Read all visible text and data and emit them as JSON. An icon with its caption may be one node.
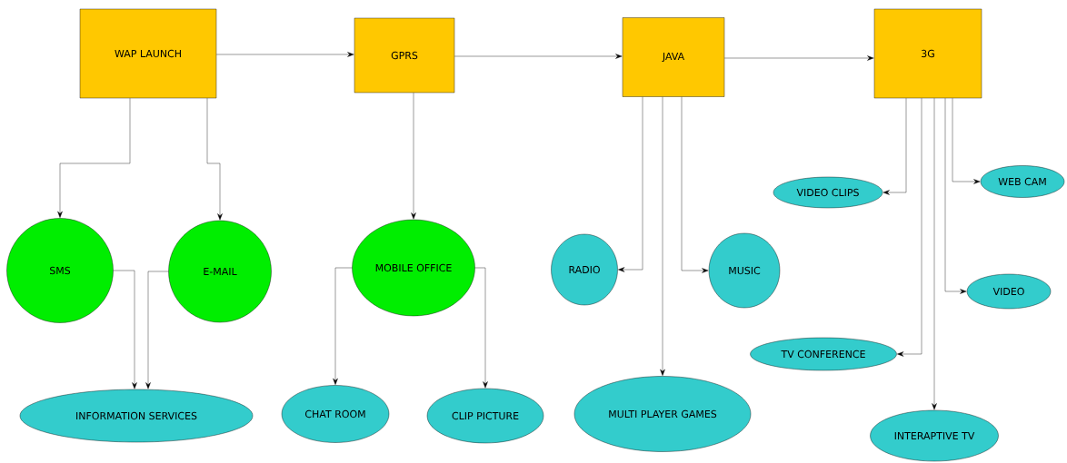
{
  "diagram": {
    "nodes": [
      {
        "text": [
          "WAP LAUNCH"
        ]
      },
      {
        "text": [
          "GPRS"
        ]
      },
      {
        "text": [
          "JAVA"
        ]
      },
      {
        "text": [
          "3G"
        ]
      },
      {
        "text": [
          "SMS"
        ]
      },
      {
        "text": [
          "E-MAIL"
        ]
      },
      {
        "text": [
          "MOBILE OFFICE"
        ]
      },
      {
        "text": [
          "INFORMATION SERVICES"
        ]
      },
      {
        "text": [
          "CHAT ROOM"
        ]
      },
      {
        "text": [
          "CLIP PICTURE"
        ]
      },
      {
        "text": [
          "RADIO"
        ]
      },
      {
        "text": [
          "MUSIC"
        ]
      },
      {
        "text": [
          "MULTI PLAYER GAMES"
        ]
      },
      {
        "text": [
          "VIDEO CLIPS"
        ]
      },
      {
        "text": [
          "WEB CAM"
        ]
      },
      {
        "text": [
          "VIDEO"
        ]
      },
      {
        "text": [
          "TV CONFERENCE"
        ]
      },
      {
        "text": [
          "INTERAPTIVE TV"
        ]
      }
    ],
    "edges": [
      {
        "from": 0,
        "to": 1,
        "arrow": "to"
      },
      {
        "from": 1,
        "to": 2,
        "arrow": "to"
      },
      {
        "from": 2,
        "to": 3,
        "arrow": "to"
      },
      {
        "from": 0,
        "to": 4,
        "arrow": "to"
      },
      {
        "from": 0,
        "to": 5,
        "arrow": "to"
      },
      {
        "from": 4,
        "to": 7,
        "arrow": "to"
      },
      {
        "from": 5,
        "to": 7,
        "arrow": "to"
      },
      {
        "from": 1,
        "to": 6,
        "arrow": "to"
      },
      {
        "from": 6,
        "to": 8,
        "arrow": "to"
      },
      {
        "from": 6,
        "to": 9,
        "arrow": "to"
      },
      {
        "from": 2,
        "to": 10,
        "arrow": "to"
      },
      {
        "from": 2,
        "to": 12,
        "arrow": "to"
      },
      {
        "from": 2,
        "to": 11,
        "arrow": "to"
      },
      {
        "from": 3,
        "to": 13,
        "arrow": "to"
      },
      {
        "from": 3,
        "to": 14,
        "arrow": "to"
      },
      {
        "from": 3,
        "to": 15,
        "arrow": "to"
      },
      {
        "from": 3,
        "to": 16,
        "arrow": "to"
      },
      {
        "from": 3,
        "to": 17,
        "arrow": "to"
      }
    ]
  }
}
